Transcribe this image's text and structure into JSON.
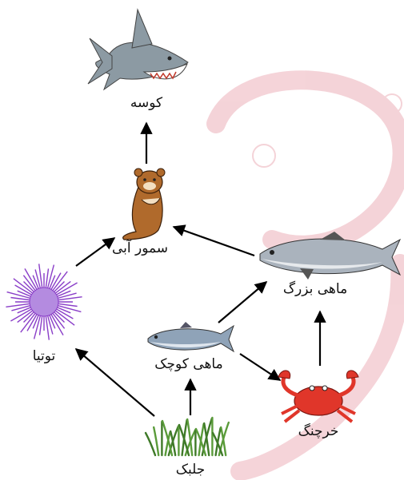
{
  "nodes": {
    "shark": {
      "label": "کوسه"
    },
    "otter": {
      "label": "سمور آبی"
    },
    "urchin": {
      "label": "توتیا"
    },
    "big_fish": {
      "label": "ماهی بزرگ"
    },
    "small_fish": {
      "label": "ماهی کوچک"
    },
    "crab": {
      "label": "خرچنگ"
    },
    "algae": {
      "label": "جلبک"
    }
  },
  "edges": [
    {
      "from": "otter",
      "to": "shark"
    },
    {
      "from": "urchin",
      "to": "otter"
    },
    {
      "from": "big_fish",
      "to": "otter"
    },
    {
      "from": "small_fish",
      "to": "big_fish"
    },
    {
      "from": "small_fish",
      "to": "crab"
    },
    {
      "from": "crab",
      "to": "big_fish"
    },
    {
      "from": "algae",
      "to": "urchin"
    },
    {
      "from": "algae",
      "to": "small_fish"
    }
  ],
  "colors": {
    "watermark": "#e8a0aa",
    "arrow": "#000000",
    "shark": "#8c9aa3",
    "otter": "#b06a2c",
    "urchin": "#8a3ec8",
    "big_fish": "#aab3bd",
    "small_fish": "#8fa3b8",
    "crab": "#e0362a",
    "algae": "#5a9b3a"
  }
}
